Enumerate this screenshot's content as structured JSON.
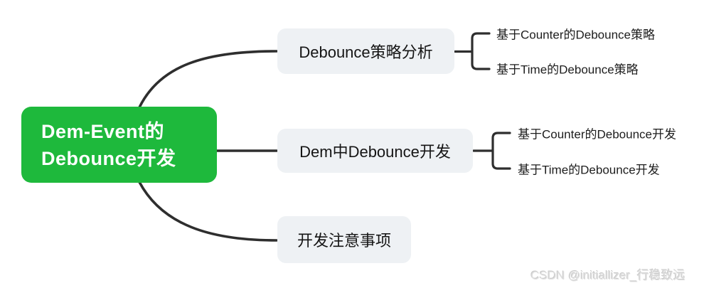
{
  "colors": {
    "root_bg": "#1eb93c",
    "root_text": "#ffffff",
    "branch_bg": "#eef1f4",
    "branch_text": "#151515",
    "leaf_text": "#1d1d1d",
    "connector": "#2e2e2e",
    "watermark": "#dedede"
  },
  "mindmap": {
    "root": {
      "label_line1": "Dem-Event的",
      "label_line2": "Debounce开发"
    },
    "branches": [
      {
        "label": "Debounce策略分析",
        "children": [
          "基于Counter的Debounce策略",
          "基于Time的Debounce策略"
        ]
      },
      {
        "label": "Dem中Debounce开发",
        "children": [
          "基于Counter的Debounce开发",
          "基于Time的Debounce开发"
        ]
      },
      {
        "label": "开发注意事项",
        "children": []
      }
    ]
  },
  "watermark": "CSDN @initiallizer_行稳致远"
}
